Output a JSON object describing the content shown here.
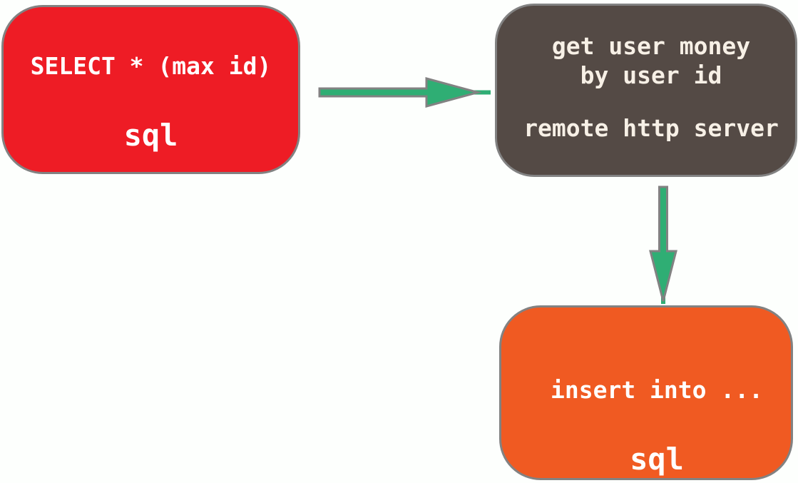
{
  "diagram": {
    "background_color": "#fdfffd",
    "outline_color": "#828282",
    "arrow_color": "#2fae74",
    "nodes": {
      "select_sql": {
        "query": "SELECT * (max id)",
        "label": "sql",
        "fill": "#ee1c25",
        "text_color": "#ffffff"
      },
      "http_server": {
        "line1": "get user money",
        "line2": "by user id",
        "line3": "remote http server",
        "fill": "#544a45",
        "text_color": "#f7f0e6"
      },
      "insert_sql": {
        "query": "insert into ...",
        "label": "sql",
        "fill": "#f05a22",
        "text_color": "#ffffff"
      }
    },
    "edges": [
      {
        "from": "select_sql",
        "to": "http_server",
        "direction": "right"
      },
      {
        "from": "http_server",
        "to": "insert_sql",
        "direction": "down"
      }
    ]
  }
}
